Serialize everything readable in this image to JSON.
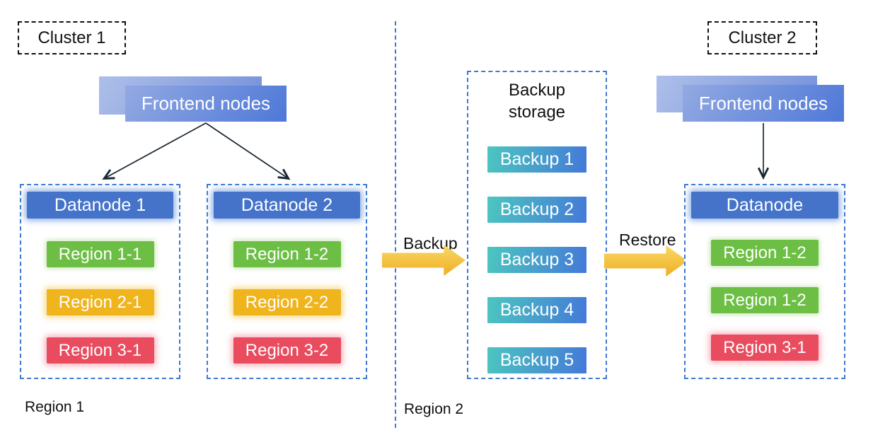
{
  "canvas": {
    "bg": "#ffffff"
  },
  "colors": {
    "container_border": "#3e7ad2",
    "datanode_header_blue": "#4573c9",
    "region_green": "#6cbf44",
    "region_yellow": "#f0b41c",
    "region_red": "#e94b5f",
    "backup_gradient_teal": "#4cc6c0",
    "backup_gradient_blue": "#4479d8",
    "frontend_gradient_light": "#93a9e2",
    "frontend_gradient_dark": "#4e78d8",
    "flow_arrow_gold_light": "#f8d967",
    "flow_arrow_gold_dark": "#efae24",
    "cluster_label_border": "#111111"
  },
  "cluster1": {
    "label": "Cluster 1",
    "frontend_label": "Frontend nodes",
    "datanodes": [
      {
        "title": "Datanode 1",
        "regions": [
          {
            "label": "Region 1-1",
            "color": "green"
          },
          {
            "label": "Region 2-1",
            "color": "yellow"
          },
          {
            "label": "Region 3-1",
            "color": "red"
          }
        ]
      },
      {
        "title": "Datanode 2",
        "regions": [
          {
            "label": "Region 1-2",
            "color": "green"
          },
          {
            "label": "Region 2-2",
            "color": "yellow"
          },
          {
            "label": "Region 3-2",
            "color": "red"
          }
        ]
      }
    ],
    "zone_label": "Region 1"
  },
  "backup_storage": {
    "title": "Backup storage",
    "items": [
      "Backup 1",
      "Backup 2",
      "Backup 3",
      "Backup 4",
      "Backup 5"
    ]
  },
  "cluster2": {
    "label": "Cluster 2",
    "frontend_label": "Frontend nodes",
    "datanode": {
      "title": "Datanode",
      "regions": [
        {
          "label": "Region 1-2",
          "color": "green"
        },
        {
          "label": "Region 1-2",
          "color": "green"
        },
        {
          "label": "Region 3-1",
          "color": "red"
        }
      ]
    },
    "zone_label": "Region 2"
  },
  "flows": {
    "backup": "Backup",
    "restore": "Restore"
  }
}
